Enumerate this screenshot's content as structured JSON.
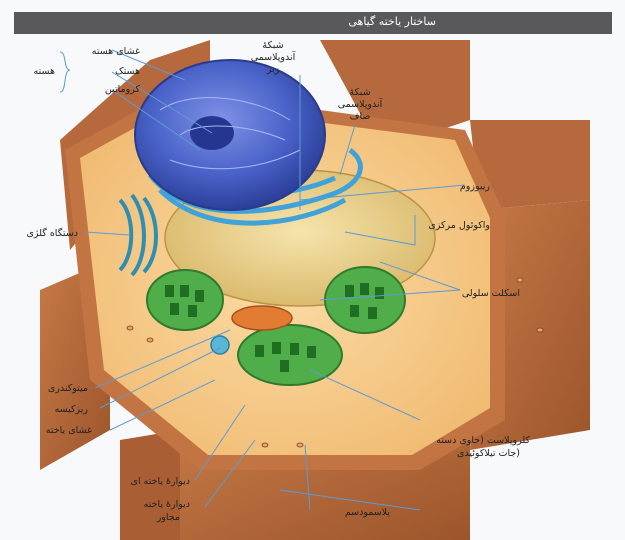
{
  "title": "ساختار یاخته گیاهی",
  "labels": {
    "nucleus_group": "هسته",
    "nuclear_membrane": "غشای هسته",
    "nucleolus": "هستک",
    "chromatin": "کروماتین",
    "rough_er": [
      "شبکهٔ",
      "آندوپلاسمی",
      "زبر"
    ],
    "smooth_er": [
      "شبکهٔ",
      "آندوپلاسمی",
      "صاف"
    ],
    "ribosome": "ریبوزوم",
    "central_vacuole": "واکوئول مرکزی",
    "golgi": "دستگاه گلژی",
    "cytoskeleton": "اسکلت سلولی",
    "mitochondrion": "میتوکندری",
    "microbody": "ریزکیسه",
    "cell_membrane": "غشای یاخته",
    "chloroplast": [
      "کلروپلاست (حاوی دسته",
      "جات تیلاکوئیدی)"
    ],
    "cell_wall": "دیوارهٔ یاخته ای",
    "neighbor_wall": [
      "دیوارهٔ یاخته",
      "مجاور"
    ],
    "plasmodesma": "پلاسمودسم"
  },
  "colors": {
    "title_bar": "#59595b",
    "leader_lines": "#5b9bd5",
    "cell_wall": "#b7683a",
    "cytoplasm": "#f4c98a",
    "nucleus": "#4a63c9",
    "er": "#3fa2d8",
    "vacuole": "#e8cf86",
    "chloroplast": "#4fae4a",
    "mitochondrion": "#e27c33"
  }
}
